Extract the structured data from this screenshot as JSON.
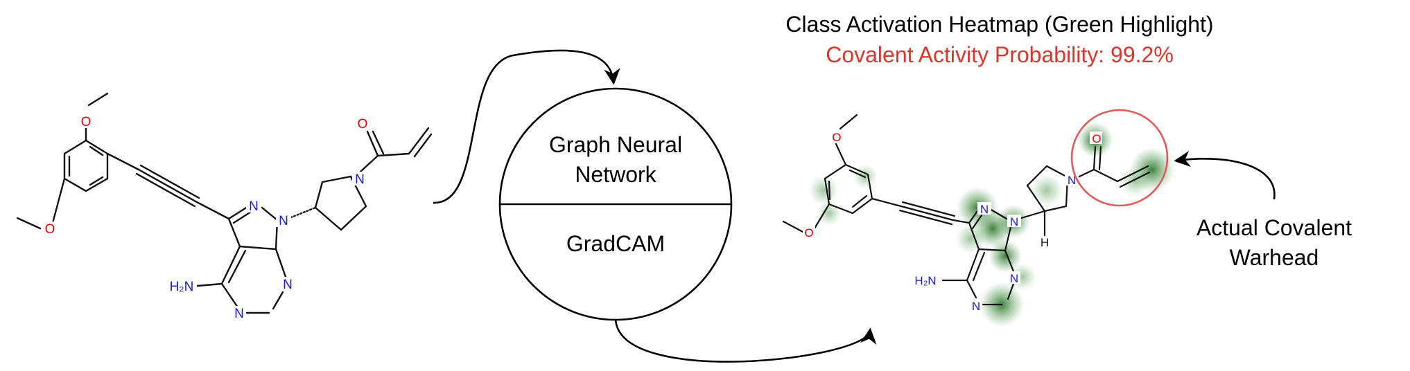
{
  "header": {
    "title": "Class Activation Heatmap (Green Highlight)",
    "probability_line": "Covalent Activity Probability: 99.2%"
  },
  "model": {
    "top_label_line1": "Graph Neural",
    "top_label_line2": "Network",
    "bottom_label": "GradCAM"
  },
  "warhead_annotation": {
    "line1": "Actual Covalent",
    "line2": "Warhead"
  },
  "input_molecule": {
    "atoms": {
      "o_top": "O",
      "o_left": "O",
      "o_carbonyl": "O",
      "n_pyrazole_1": "N",
      "n_pyrazole_2": "N",
      "n_pyrrolidine": "N",
      "n_pyrimidine_1": "N",
      "n_pyrimidine_2": "N",
      "amine": "H₂N"
    }
  },
  "output_molecule": {
    "atoms": {
      "o_top": "O",
      "o_left": "O",
      "o_carbonyl": "O",
      "n_pyrazole_1": "N",
      "n_pyrazole_2": "N",
      "n_pyrrolidine": "N",
      "n_pyrimidine_1": "N",
      "n_pyrimidine_2": "N",
      "amine": "H₂N",
      "stereo_h": "H"
    }
  },
  "colors": {
    "text": "#000000",
    "probability": "#e0342a",
    "oxygen": "#e00000",
    "nitrogen": "#1a1adc",
    "bond": "#111111",
    "heatmap": "#1f6b1f",
    "warhead_circle": "#e05a5a"
  }
}
